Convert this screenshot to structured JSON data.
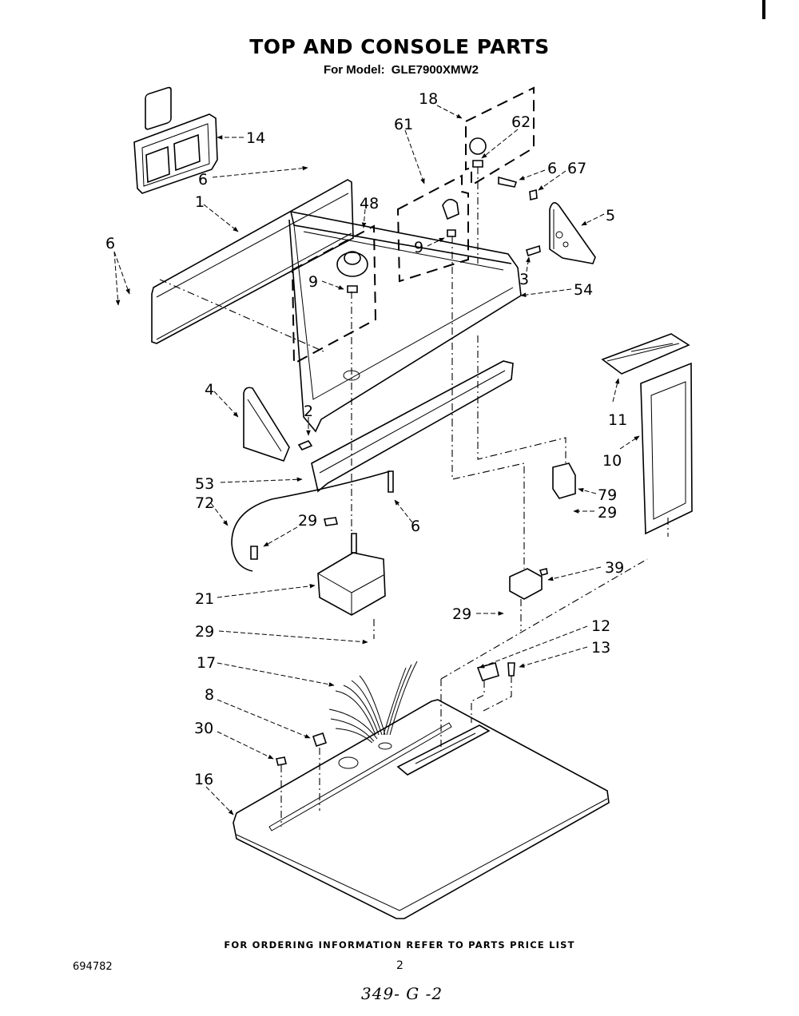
{
  "header": {
    "title": "TOP AND CONSOLE PARTS",
    "model_label": "For Model:",
    "model_number": "GLE7900XMW2"
  },
  "footer": {
    "ordering_note": "FOR ORDERING INFORMATION REFER TO PARTS PRICE LIST",
    "document_number": "694782",
    "page_number": "2",
    "handwritten_note": "349- G -2"
  },
  "callouts": [
    {
      "id": "c14",
      "label": "14",
      "part": "control panel end cap / bracket"
    },
    {
      "id": "c6a",
      "label": "6",
      "part": "screw"
    },
    {
      "id": "c48",
      "label": "48",
      "part": "knob assembly (dashed group)"
    },
    {
      "id": "c1",
      "label": "1",
      "part": "console back panel"
    },
    {
      "id": "c6b",
      "label": "6",
      "part": "screws (pair)"
    },
    {
      "id": "c9a",
      "label": "9",
      "part": "knob clip"
    },
    {
      "id": "c18",
      "label": "18",
      "part": "push-to-start knob assembly (dashed group)"
    },
    {
      "id": "c61",
      "label": "61",
      "part": "knob assembly (dashed group)"
    },
    {
      "id": "c62",
      "label": "62",
      "part": "knob clip"
    },
    {
      "id": "c6c",
      "label": "6",
      "part": "screw"
    },
    {
      "id": "c67",
      "label": "67",
      "part": "clip"
    },
    {
      "id": "c5",
      "label": "5",
      "part": "end cap right"
    },
    {
      "id": "c9b",
      "label": "9",
      "part": "knob clip"
    },
    {
      "id": "c3",
      "label": "3",
      "part": "screw"
    },
    {
      "id": "c54",
      "label": "54",
      "part": "control panel"
    },
    {
      "id": "c4",
      "label": "4",
      "part": "end cap left"
    },
    {
      "id": "c2",
      "label": "2",
      "part": "screw"
    },
    {
      "id": "c11",
      "label": "11",
      "part": "lint screen cover"
    },
    {
      "id": "c10",
      "label": "10",
      "part": "lint screen"
    },
    {
      "id": "c53",
      "label": "53",
      "part": "console support"
    },
    {
      "id": "c72",
      "label": "72",
      "part": "ground wire"
    },
    {
      "id": "c6d",
      "label": "6",
      "part": "screw"
    },
    {
      "id": "c29a",
      "label": "29",
      "part": "screw"
    },
    {
      "id": "c79",
      "label": "79",
      "part": "switch"
    },
    {
      "id": "c29b",
      "label": "29",
      "part": "screw"
    },
    {
      "id": "c21",
      "label": "21",
      "part": "timer"
    },
    {
      "id": "c39",
      "label": "39",
      "part": "start switch"
    },
    {
      "id": "c29c",
      "label": "29",
      "part": "screw"
    },
    {
      "id": "c29d",
      "label": "29",
      "part": "screw"
    },
    {
      "id": "c12",
      "label": "12",
      "part": "clip"
    },
    {
      "id": "c13",
      "label": "13",
      "part": "screw"
    },
    {
      "id": "c17",
      "label": "17",
      "part": "wire harness"
    },
    {
      "id": "c8",
      "label": "8",
      "part": "terminal block"
    },
    {
      "id": "c30",
      "label": "30",
      "part": "clip"
    },
    {
      "id": "c16",
      "label": "16",
      "part": "top panel"
    }
  ]
}
